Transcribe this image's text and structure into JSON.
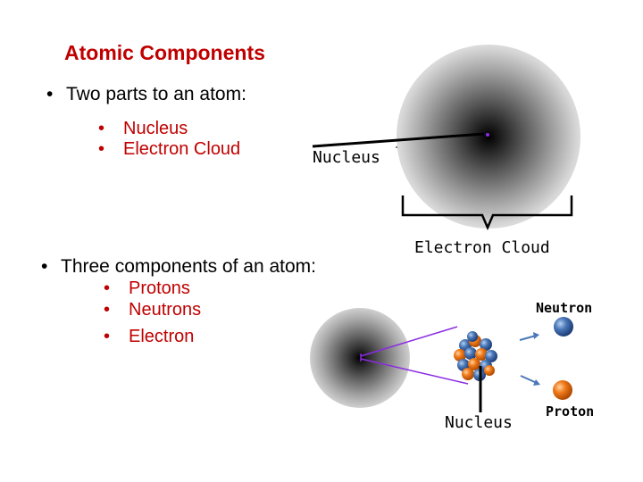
{
  "slide": {
    "title": "Atomic Components",
    "section1": {
      "heading": "Two parts to an atom:",
      "items": [
        "Nucleus",
        "Electron Cloud"
      ]
    },
    "section2": {
      "heading": "Three components of an atom:",
      "items": [
        "Protons",
        "Neutrons",
        "Electron"
      ]
    },
    "bullet_glyph": "•"
  },
  "diagram_top": {
    "nucleus_label": "Nucleus",
    "cloud_label": "Electron Cloud"
  },
  "diagram_bottom": {
    "neutron_label": "Neutron",
    "proton_label": "Proton",
    "nucleus_label": "Nucleus"
  },
  "colors": {
    "title_red": "#c00000",
    "neutron_blue": "#4a78b8",
    "proton_orange": "#f07a1a",
    "purple_line": "#8a2be2"
  }
}
